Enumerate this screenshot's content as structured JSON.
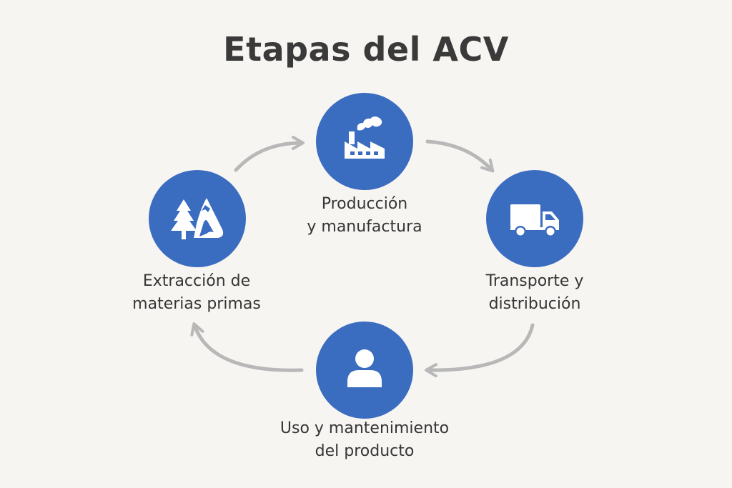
{
  "title": "Etapas del ACV",
  "stages": [
    {
      "id": "production",
      "line1": "Producción",
      "line2": "y manufactura",
      "icon": "factory-icon"
    },
    {
      "id": "transport",
      "line1": "Transporte y",
      "line2": "distribución",
      "icon": "truck-icon"
    },
    {
      "id": "use",
      "line1": "Uso y mantenimiento",
      "line2": "del producto",
      "icon": "person-icon"
    },
    {
      "id": "extraction",
      "line1": "Extracción de",
      "line2": "materias primas",
      "icon": "tree-mountain-icon"
    }
  ],
  "colors": {
    "circle": "#3a6cc0",
    "arrow": "#b8b8b8",
    "background": "#f7f5f2"
  }
}
